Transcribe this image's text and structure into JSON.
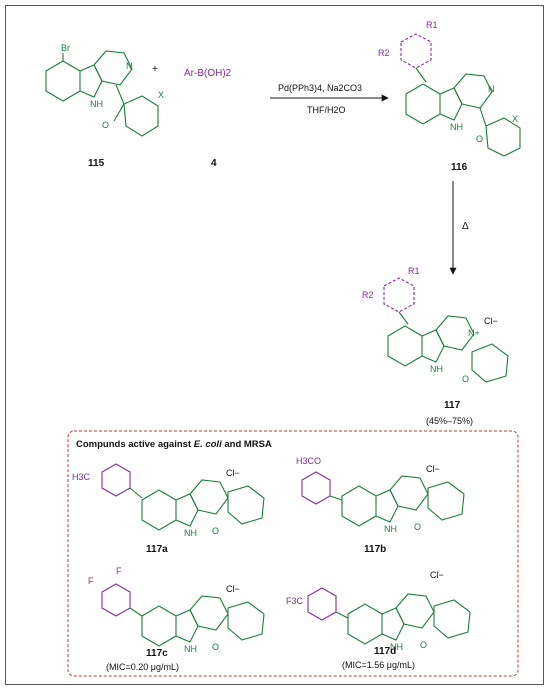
{
  "reactants": {
    "bromo_label": "Br",
    "nh_label": "N\nH",
    "n_label": "N",
    "x_label": "X",
    "o_label": "O",
    "compound_115": "115",
    "plus": "+",
    "boronic_acid": "Ar-B(OH)2",
    "compound_4": "4"
  },
  "reaction1": {
    "reagents_top": "Pd(PPh3)4, Na2CO3",
    "reagents_bottom": "THF/H2O"
  },
  "product116": {
    "label": "116",
    "r1": "R1",
    "r2": "R2"
  },
  "reaction2": {
    "condition": "Δ"
  },
  "product117": {
    "label": "117",
    "yield": "(45%–75%)",
    "chloride": "Cl−"
  },
  "panel": {
    "title_prefix": "Compunds active against ",
    "title_italic": "E. coli",
    "title_suffix": " and MRSA",
    "items": [
      {
        "label": "117a",
        "substituent": "H3C",
        "mic": ""
      },
      {
        "label": "117b",
        "substituent": "H3CO",
        "mic": ""
      },
      {
        "label": "117c",
        "substituent": "F",
        "mic": "(MIC=0.20 μg/mL)"
      },
      {
        "label": "117d",
        "substituent": "F3C",
        "mic": "(MIC=1.56 μg/mL)"
      }
    ]
  },
  "colors": {
    "skeleton": "#1a7f3a",
    "substituent": "#8a2aa0",
    "panel_border": "#c0392b"
  }
}
